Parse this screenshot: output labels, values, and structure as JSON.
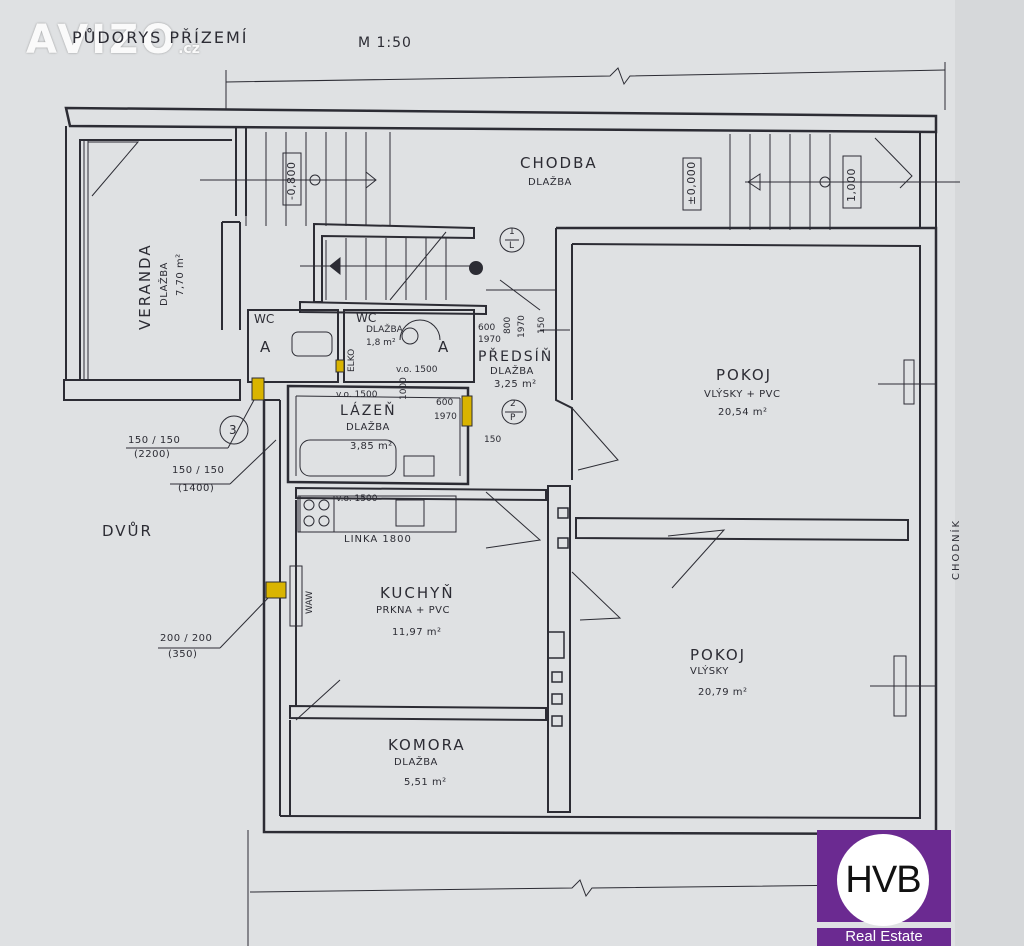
{
  "watermark": {
    "text": "AVIZO",
    "suffix": ".cz"
  },
  "header": {
    "title": "PŮDORYS PŘÍZEMÍ",
    "scale": "M 1:50"
  },
  "rooms": {
    "chodba": {
      "name": "CHODBA",
      "floor": "DLAŽBA"
    },
    "veranda": {
      "name": "VERANDA",
      "floor": "DLAŽBA",
      "area": "7,70 m²"
    },
    "wc1": {
      "name": "WC"
    },
    "wc2": {
      "name": "WC",
      "floor": "DLAŽBA",
      "area": "1,8 m²"
    },
    "predsin": {
      "name": "PŘEDSÍŇ",
      "floor": "DLAŽBA",
      "area": "3,25 m²"
    },
    "lazen": {
      "name": "LÁZEŇ",
      "floor": "DLAŽBA",
      "area": "3,85 m²"
    },
    "pokoj1": {
      "name": "POKOJ",
      "floor": "VLÝSKY + PVC",
      "area": "20,54 m²"
    },
    "pokoj2": {
      "name": "POKOJ",
      "floor": "VLÝSKY",
      "area": "20,79 m²"
    },
    "kuchyn": {
      "name": "KUCHYŇ",
      "floor": "PRKNA + PVC",
      "area": "11,97 m²"
    },
    "komora": {
      "name": "KOMORA",
      "floor": "DLAŽBA",
      "area": "5,51 m²"
    },
    "dvur": {
      "name": "DVŮR"
    },
    "chodnik": {
      "name": "CHODNÍK"
    }
  },
  "annotations": {
    "level_minus": "-0,800",
    "level_zero": "±0,000",
    "level_plus": "1,000",
    "stair_1": "1",
    "stair_1l": "L",
    "door_2": "2",
    "door_2p": "P",
    "window_3": "3",
    "section_a": "A",
    "vo1500_a": "v.o. 1500",
    "vo1500_b": "v.o. 1500",
    "vo1500_c": "v.o. 1500",
    "d600_1970_a": "600",
    "d1970_a": "1970",
    "d800": "800",
    "d1970_b": "1970",
    "d150_a": "150",
    "d600_b": "600",
    "d1970_c": "1970",
    "d150_b": "150",
    "d1000": "1000",
    "elko": "ELKO",
    "linka": "LINKA  1800",
    "waw": "WAW",
    "win1_size": "150 / 150",
    "win1_sill": "(2200)",
    "win2_size": "150 / 150",
    "win2_sill": "(1400)",
    "win3_size": "200 / 200",
    "win3_sill": "(350)"
  },
  "logo": {
    "text": "HVB",
    "subtitle": "Real Estate"
  },
  "colors": {
    "background": "#dfe1e3",
    "line": "#2c2c34",
    "accent": "#d9b400",
    "brand": "#6b2a91"
  }
}
